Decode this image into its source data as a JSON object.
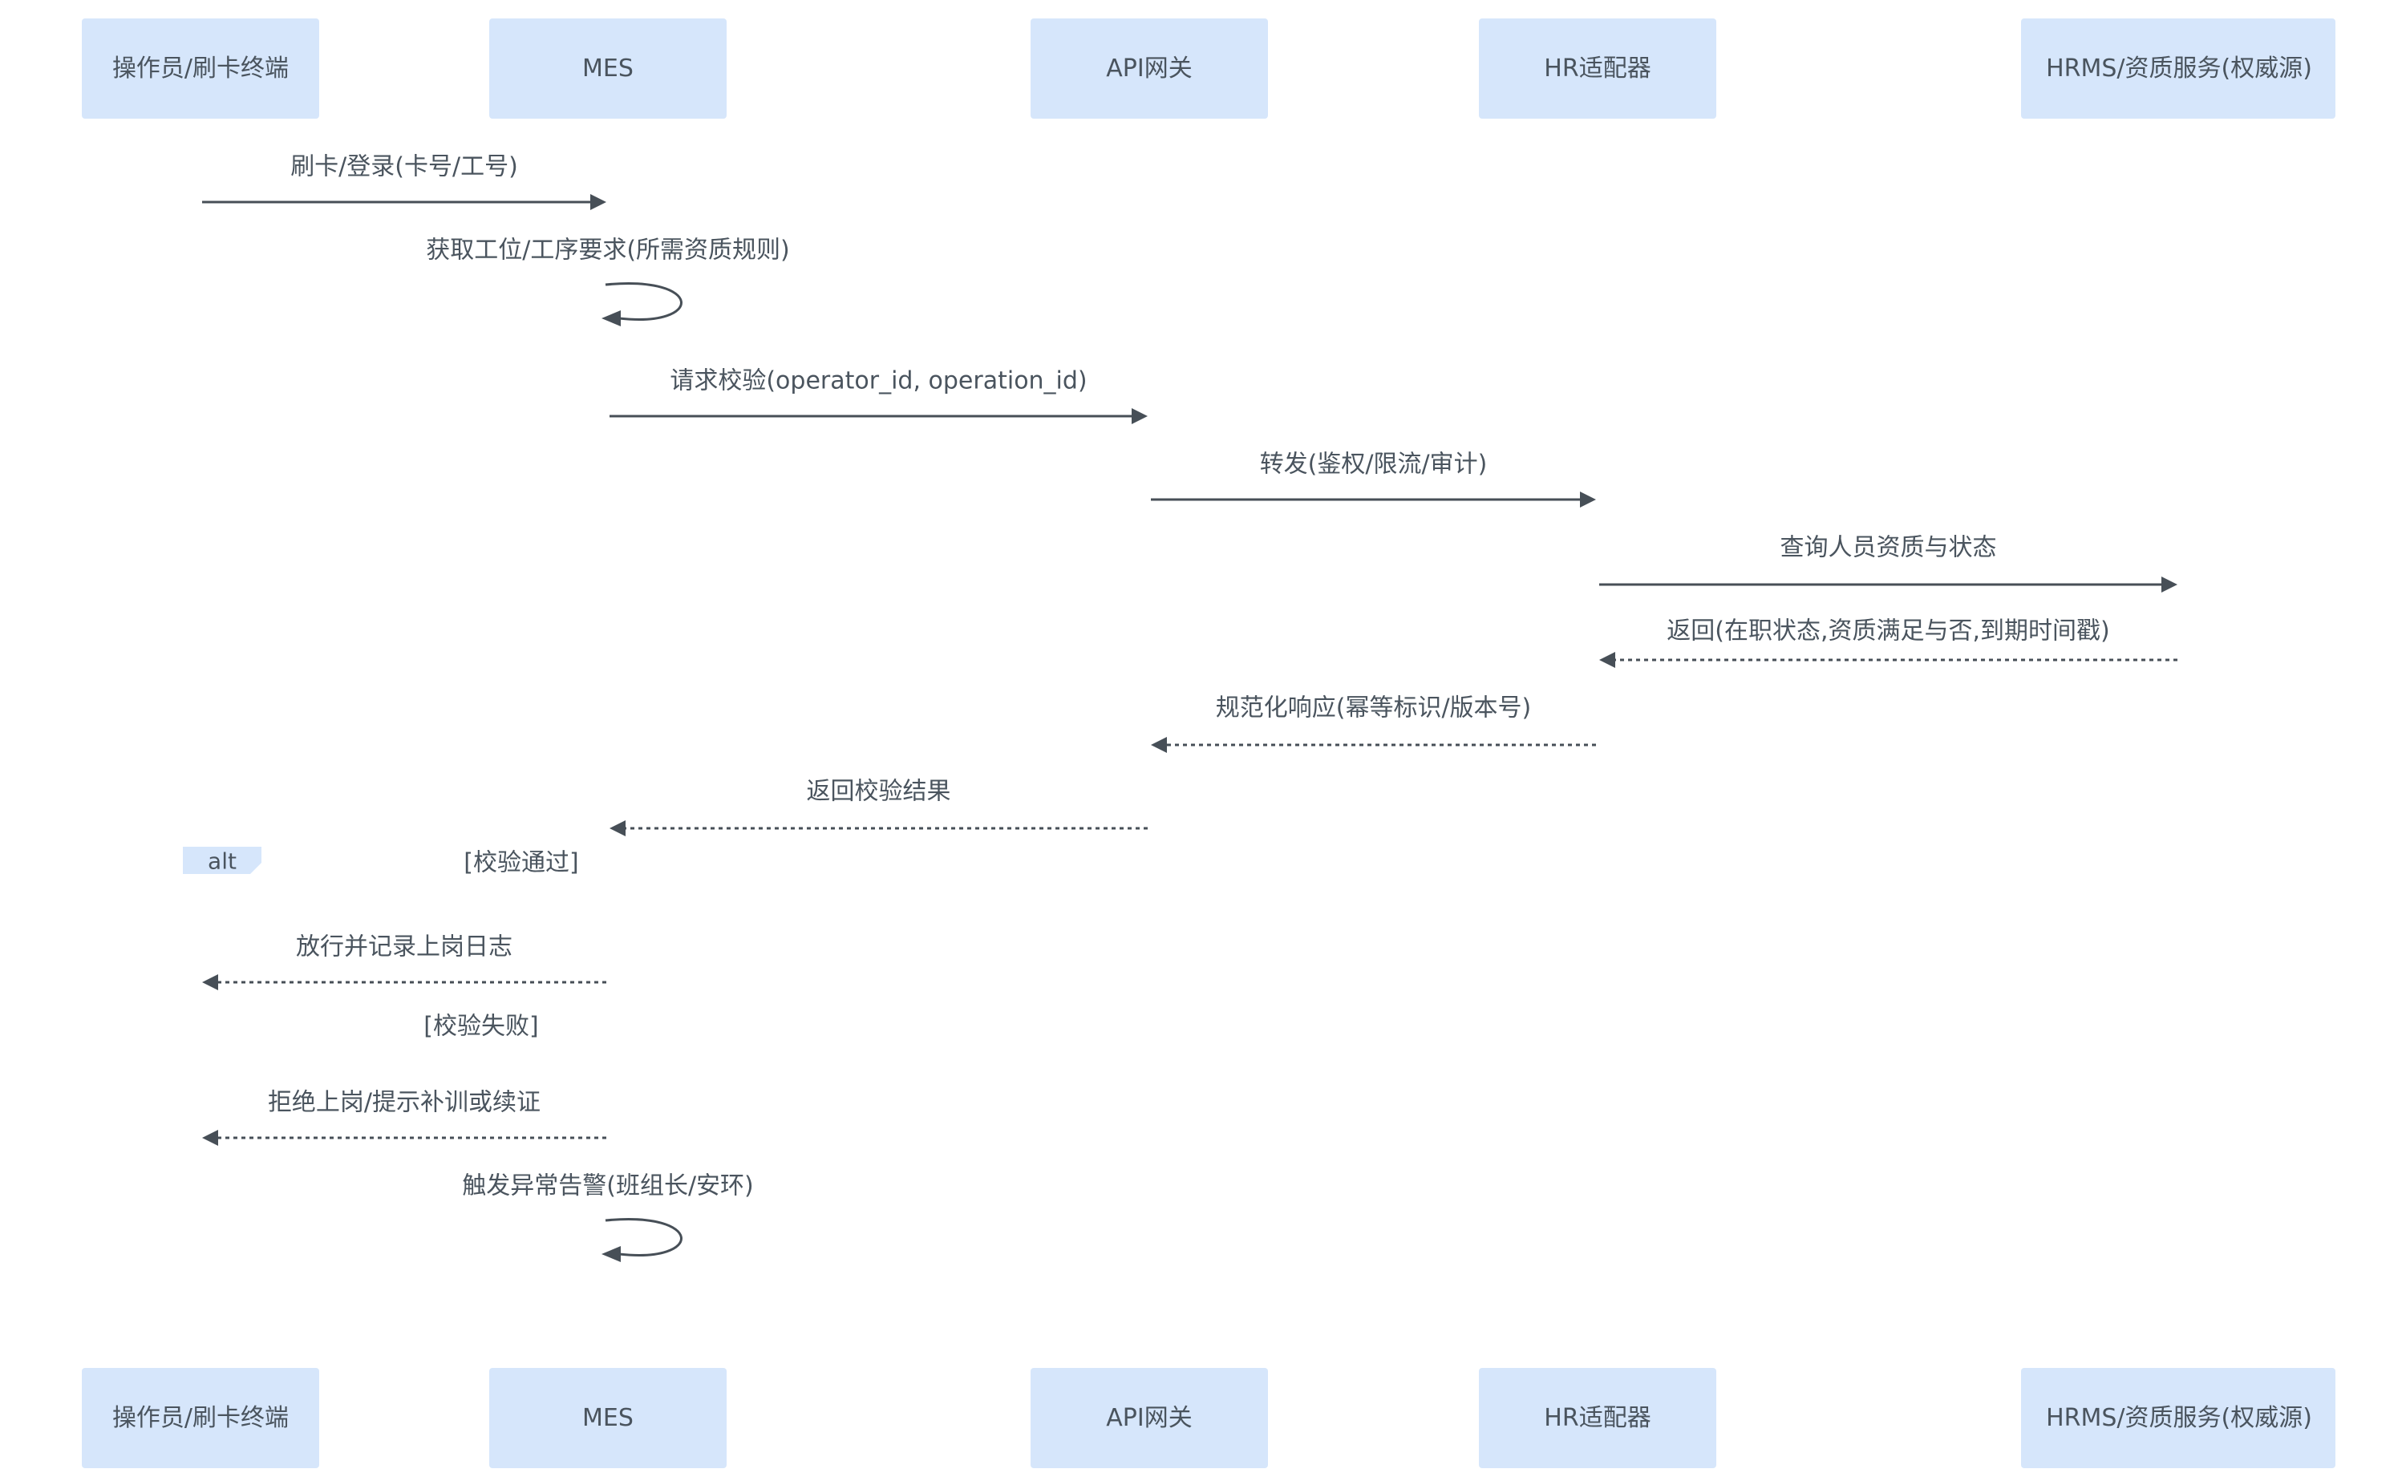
{
  "diagram": {
    "type": "sequence",
    "participants": [
      {
        "id": "operator",
        "label": "操作员/刷卡终端"
      },
      {
        "id": "mes",
        "label": "MES"
      },
      {
        "id": "gateway",
        "label": "API网关"
      },
      {
        "id": "hr_adapter",
        "label": "HR适配器"
      },
      {
        "id": "hrms",
        "label": "HRMS/资质服务(权威源)"
      }
    ],
    "messages": [
      {
        "from": 0,
        "to": 0,
        "kind": "spacer"
      },
      {
        "from": 0,
        "to": 1,
        "label": "刷卡/登录(卡号/工号)",
        "style": "solid"
      },
      {
        "from": 1,
        "to": 1,
        "label": "获取工位/工序要求(所需资质规则)",
        "style": "solid",
        "self": true
      },
      {
        "from": 1,
        "to": 2,
        "label": "请求校验(operator_id, operation_id)",
        "style": "solid"
      },
      {
        "from": 2,
        "to": 3,
        "label": "转发(鉴权/限流/审计)",
        "style": "solid"
      },
      {
        "from": 3,
        "to": 4,
        "label": "查询人员资质与状态",
        "style": "solid"
      },
      {
        "from": 4,
        "to": 3,
        "label": "返回(在职状态,资质满足与否,到期时间戳)",
        "style": "dashed"
      },
      {
        "from": 3,
        "to": 2,
        "label": "规范化响应(幂等标识/版本号)",
        "style": "dashed"
      },
      {
        "from": 2,
        "to": 1,
        "label": "返回校验结果",
        "style": "dashed"
      },
      {
        "from": 1,
        "to": 0,
        "label": "放行并记录上岗日志",
        "style": "dashed"
      },
      {
        "from": 1,
        "to": 0,
        "label": "拒绝上岗/提示补训或续证",
        "style": "dashed"
      },
      {
        "from": 1,
        "to": 1,
        "label": "触发异常告警(班组长/安环)",
        "style": "solid",
        "self": true
      }
    ],
    "alt_block": {
      "keyword": "alt",
      "branches": [
        {
          "guard": "[校验通过]"
        },
        {
          "guard": "[校验失败]"
        }
      ]
    },
    "colors": {
      "actor_fill": "#d6e6fb",
      "line": "#474f57",
      "text": "#4a545e",
      "background": "#ffffff"
    }
  }
}
